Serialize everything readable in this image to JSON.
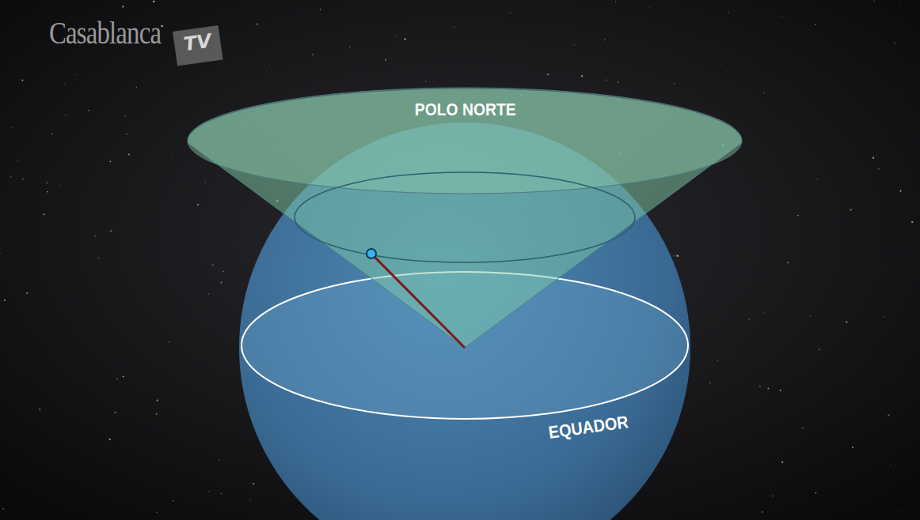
{
  "diagram": {
    "labels": [
      "Casablanca",
      "TV",
      "POLO NORTE",
      "EQUADOR"
    ]
  }
}
